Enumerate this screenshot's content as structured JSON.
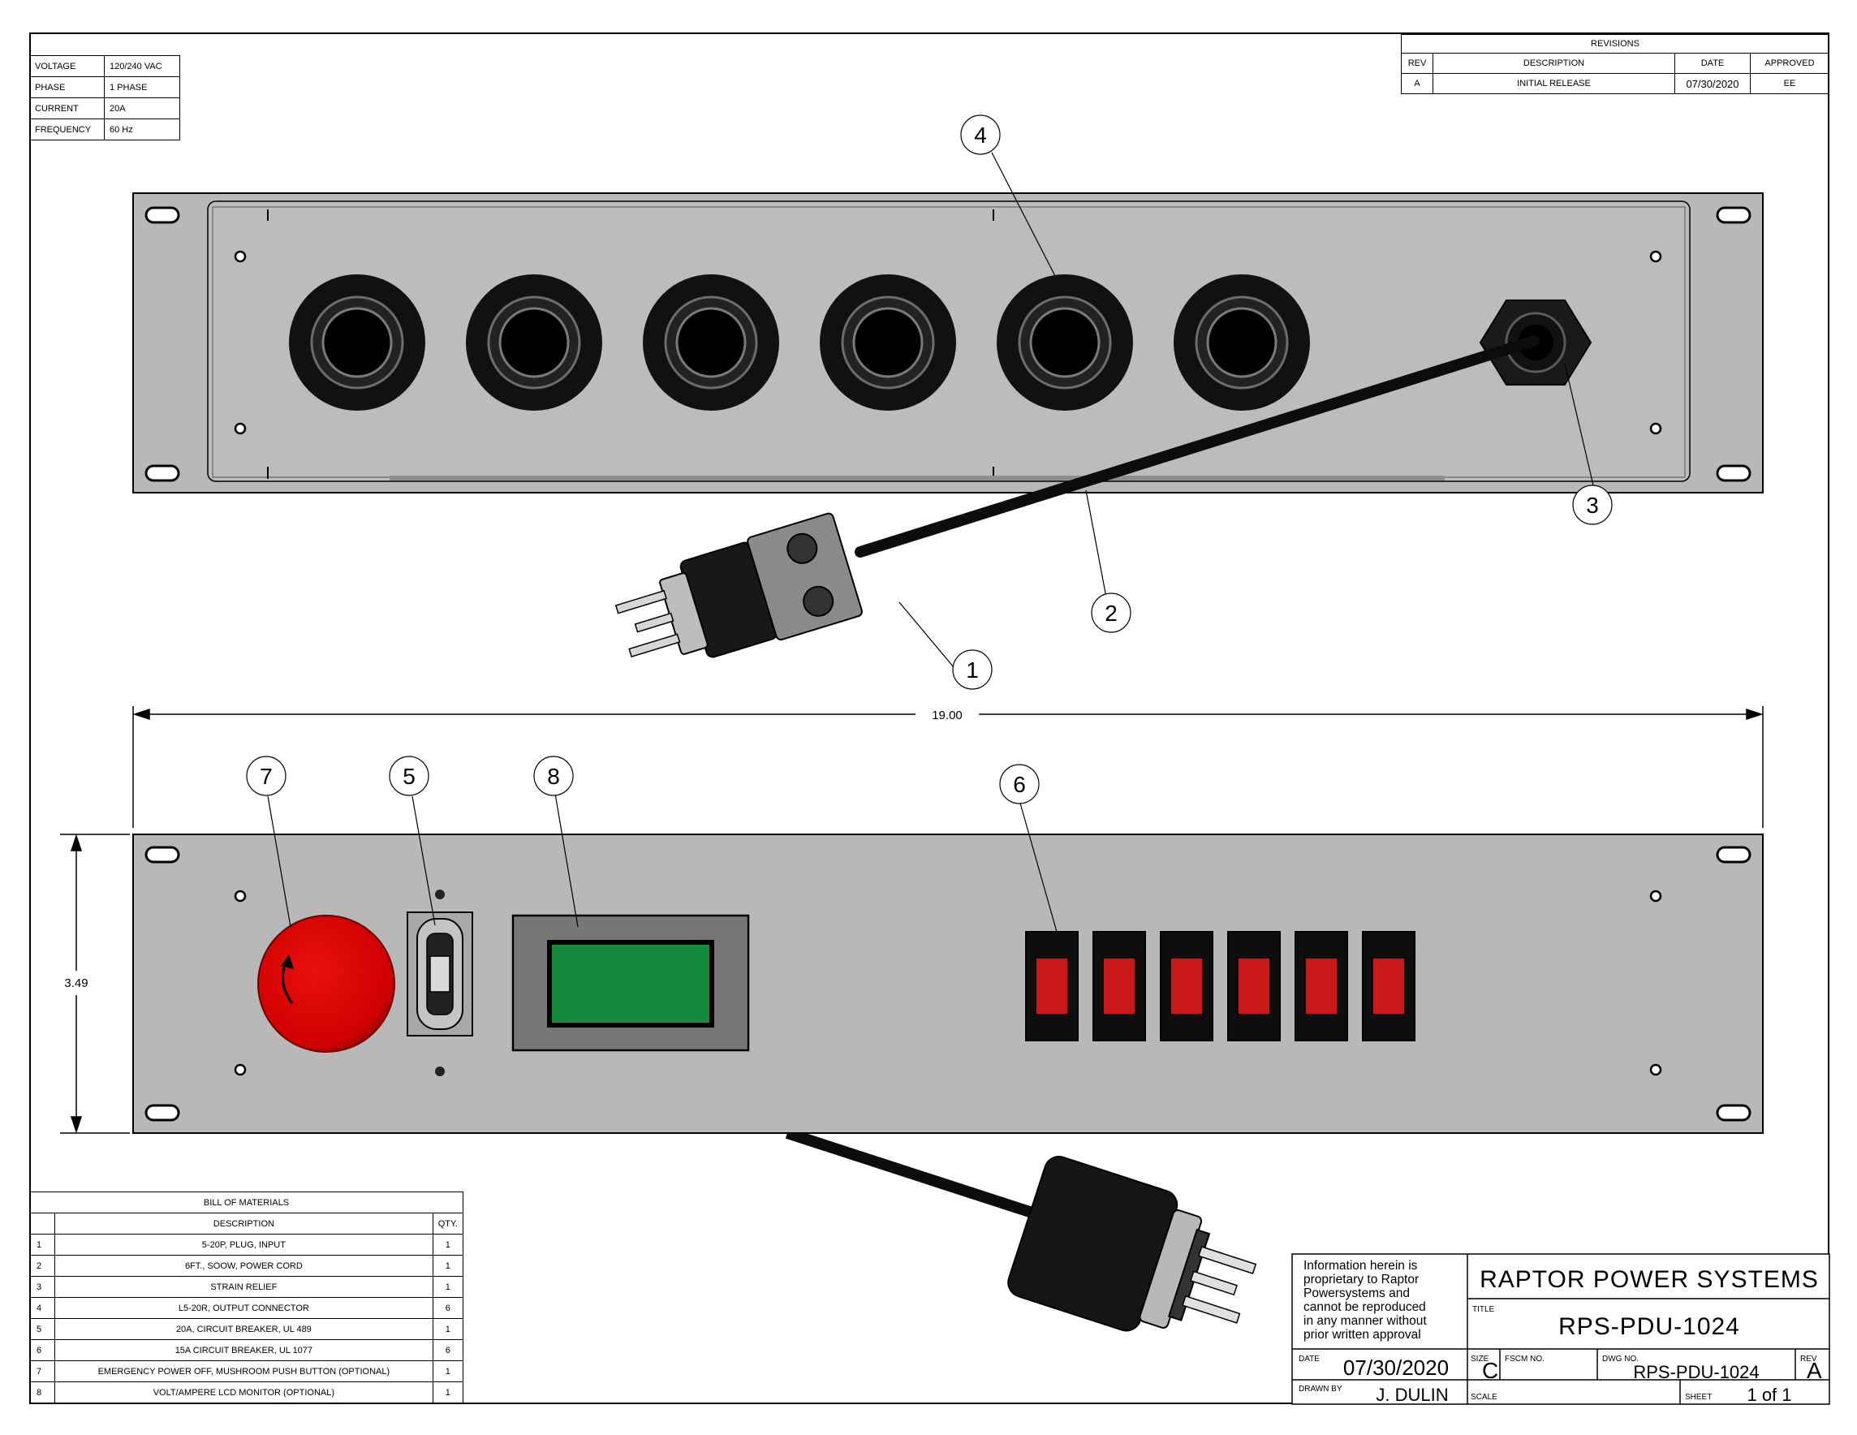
{
  "specs": [
    {
      "label": "VOLTAGE",
      "value": "120/240 VAC"
    },
    {
      "label": "PHASE",
      "value": "1 PHASE"
    },
    {
      "label": "CURRENT",
      "value": "20A"
    },
    {
      "label": "FREQUENCY",
      "value": "60 Hz"
    }
  ],
  "revisions": {
    "title": "REVISIONS",
    "headers": {
      "rev": "REV",
      "description": "DESCRIPTION",
      "date": "DATE",
      "approved": "APPROVED"
    },
    "rows": [
      {
        "rev": "A",
        "description": "INITIAL RELEASE",
        "date": "07/30/2020",
        "approved": "EE"
      }
    ]
  },
  "callouts": [
    "1",
    "2",
    "3",
    "4",
    "5",
    "6",
    "7",
    "8"
  ],
  "dimensions": {
    "width": "19.00",
    "height": "3.49"
  },
  "bom": {
    "title": "BILL OF MATERIALS",
    "headers": {
      "description": "DESCRIPTION",
      "qty": "QTY."
    },
    "rows": [
      {
        "item": "1",
        "description": "5-20P, PLUG, INPUT",
        "qty": "1"
      },
      {
        "item": "2",
        "description": "6FT., SOOW, POWER CORD",
        "qty": "1"
      },
      {
        "item": "3",
        "description": "STRAIN RELIEF",
        "qty": "1"
      },
      {
        "item": "4",
        "description": "L5-20R, OUTPUT CONNECTOR",
        "qty": "6"
      },
      {
        "item": "5",
        "description": "20A, CIRCUIT BREAKER, UL 489",
        "qty": "1"
      },
      {
        "item": "6",
        "description": "15A CIRCUIT BREAKER, UL 1077",
        "qty": "6"
      },
      {
        "item": "7",
        "description": "EMERGENCY POWER OFF, MUSHROOM PUSH BUTTON (OPTIONAL)",
        "qty": "1"
      },
      {
        "item": "8",
        "description": "VOLT/AMPERE LCD MONITOR (OPTIONAL)",
        "qty": "1"
      }
    ]
  },
  "title_block": {
    "notice": [
      "Information herein is",
      "proprietary to Raptor",
      "Powersystems and",
      "cannot be reproduced",
      "in any manner without",
      "prior written approval"
    ],
    "company": "RAPTOR POWER SYSTEMS",
    "title_label": "TITLE",
    "title": "RPS-PDU-1024",
    "date_label": "DATE",
    "date": "07/30/2020",
    "size_label": "SIZE",
    "size": "C",
    "fscm_label": "FSCM NO.",
    "dwg_label": "DWG NO.",
    "dwg": "RPS-PDU-1024",
    "rev_label": "REV",
    "rev": "A",
    "drawn_label": "DRAWN BY",
    "drawn": "J. DULIN",
    "scale_label": "SCALE",
    "sheet_label": "SHEET",
    "sheet": "1 of 1"
  },
  "colors": {
    "panel": "#b8b8b8",
    "epo_red": "#d90000",
    "lcd_green": "#138a3c",
    "breaker_red": "#c81818",
    "connector_black": "#111111"
  }
}
